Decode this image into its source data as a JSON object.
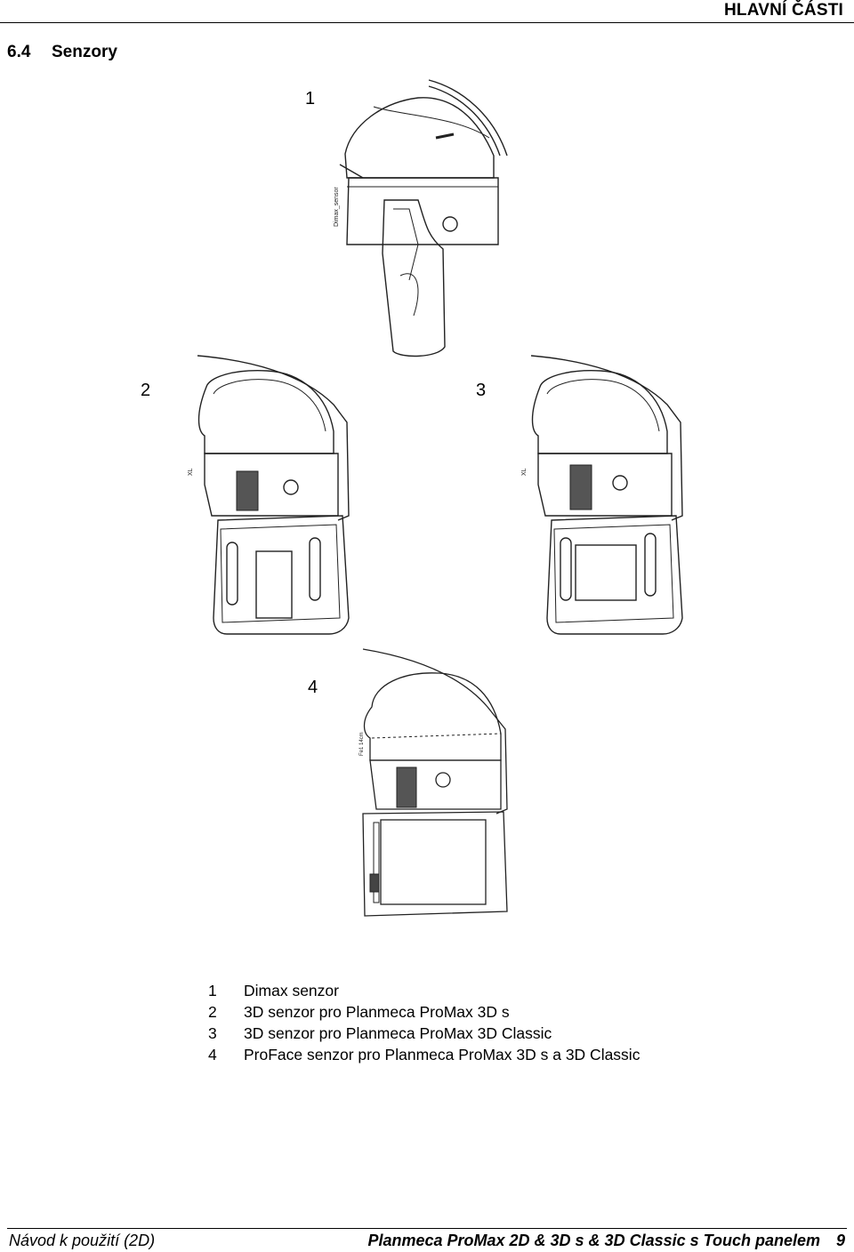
{
  "header": {
    "title": "HLAVNÍ ČÁSTI"
  },
  "section": {
    "number": "6.4",
    "title": "Senzory"
  },
  "figures": {
    "fig1": {
      "number": "1",
      "sensor_label": "Dimax_sensor"
    },
    "fig2": {
      "number": "2",
      "sensor_label": "XL"
    },
    "fig3": {
      "number": "3",
      "sensor_label": "XL"
    },
    "fig4": {
      "number": "4",
      "sensor_label": "Fe1 14cm"
    }
  },
  "legend": [
    {
      "number": "1",
      "text": "Dimax senzor"
    },
    {
      "number": "2",
      "text": "3D senzor pro Planmeca ProMax 3D s"
    },
    {
      "number": "3",
      "text": "3D senzor pro Planmeca ProMax 3D Classic"
    },
    {
      "number": "4",
      "text": "ProFace senzor pro Planmeca ProMax 3D s a 3D Classic"
    }
  ],
  "footer": {
    "left": "Návod k použití (2D)",
    "right": "Planmeca ProMax 2D & 3D s & 3D Classic s Touch panelem",
    "page": "9"
  }
}
